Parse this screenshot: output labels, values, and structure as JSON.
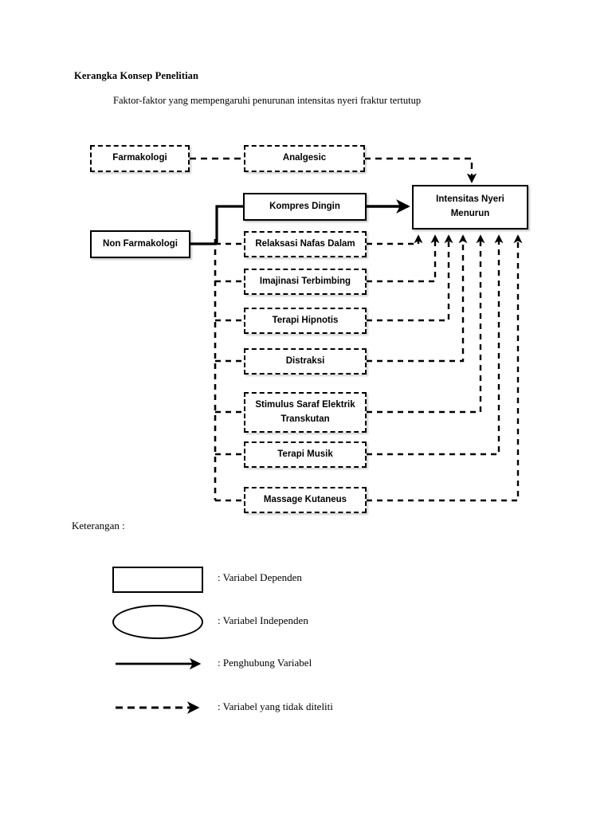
{
  "document": {
    "title": "Kerangka Konsep Penelitian",
    "subtitle": "Faktor-faktor yang mempengaruhi penurunan intensitas nyeri fraktur tertutup",
    "legend_heading": "Keterangan :"
  },
  "diagram": {
    "type": "concept-framework-flowchart",
    "nodes": {
      "farmakologi": {
        "label": "Farmakologi",
        "style": "dashed"
      },
      "analgesic": {
        "label": "Analgesic",
        "style": "dashed"
      },
      "non_farmakologi": {
        "label": "Non Farmakologi",
        "style": "solid"
      },
      "outcome": {
        "label": "Intensitas Nyeri\nMenurun",
        "line1": "Intensitas Nyeri",
        "line2": "Menurun",
        "style": "solid"
      },
      "kompres_dingin": {
        "label": "Kompres Dingin",
        "style": "solid"
      },
      "relaksasi": {
        "label": "Relaksasi Nafas Dalam",
        "style": "dashed"
      },
      "imajinasi": {
        "label": "Imajinasi Terbimbing",
        "style": "dashed"
      },
      "hipnotis": {
        "label": "Terapi Hipnotis",
        "style": "dashed"
      },
      "distraksi": {
        "label": "Distraksi",
        "style": "dashed"
      },
      "stimulus": {
        "label": "Stimulus Saraf Elektrik Transkutan",
        "line1": "Stimulus Saraf Elektrik",
        "line2": "Transkutan",
        "style": "dashed"
      },
      "musik": {
        "label": "Terapi Musik",
        "style": "dashed"
      },
      "massage": {
        "label": "Massage Kutaneus",
        "style": "dashed"
      }
    }
  },
  "legend": {
    "items": [
      {
        "shape": "rectangle",
        "text": ": Variabel Dependen"
      },
      {
        "shape": "ellipse",
        "text": ": Variabel Independen"
      },
      {
        "shape": "solid-arrow",
        "text": ": Penghubung Variabel"
      },
      {
        "shape": "dashed-arrow",
        "text": ": Variabel yang tidak diteliti"
      }
    ]
  },
  "colors": {
    "ink": "#000000",
    "paper": "#ffffff"
  }
}
